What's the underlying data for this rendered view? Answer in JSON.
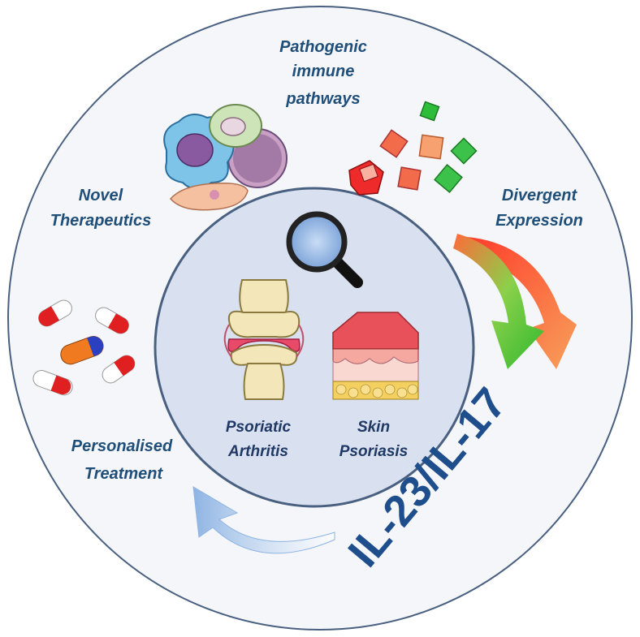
{
  "labels": {
    "pathogenic_line1": "Pathogenic",
    "pathogenic_line2": "immune",
    "pathogenic_line3": "pathways",
    "novel_line1": "Novel",
    "novel_line2": "Therapeutics",
    "divergent_line1": "Divergent",
    "divergent_line2": "Expression",
    "personalised_line1": "Personalised",
    "personalised_line2": "Treatment",
    "psa_line1": "Psoriatic",
    "psa_line2": "Arthritis",
    "skin_line1": "Skin",
    "skin_line2": "Psoriasis",
    "cytokine": "IL-23/IL-17"
  },
  "icons": [
    "immune-cells-icon",
    "cytokine-cubes-icon",
    "pills-icon",
    "magnifier-icon",
    "joint-icon",
    "skin-layer-icon",
    "green-arrow-icon",
    "orange-arrow-icon",
    "blue-curved-arrow-icon"
  ],
  "colors": {
    "outer_ring": "#f4f6fa",
    "inner_circle": "#d9e1f0",
    "border": "#4a6080",
    "text": "#1f4e79"
  }
}
